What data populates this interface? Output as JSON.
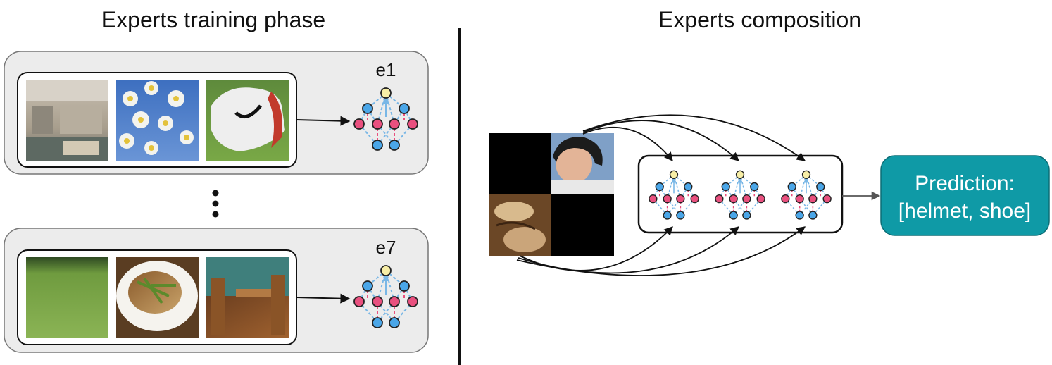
{
  "titles": {
    "training": "Experts training phase",
    "composition": "Experts composition"
  },
  "experts": [
    {
      "label": "e1",
      "images": [
        "building",
        "daisies",
        "shoe"
      ]
    },
    {
      "label": "e7",
      "images": [
        "grass",
        "food-plate",
        "dining-table"
      ]
    }
  ],
  "prediction": {
    "line1": "Prediction:",
    "line2": "[helmet, shoe]"
  },
  "colors": {
    "panel_bg": "#ececec",
    "node_yellow": "#f7eea6",
    "node_blue": "#4aa6e8",
    "node_pink": "#e9507f",
    "edge_blue": "#79b7e6",
    "edge_pink": "#e9507f",
    "prediction_bg": "#0f9aa6"
  }
}
